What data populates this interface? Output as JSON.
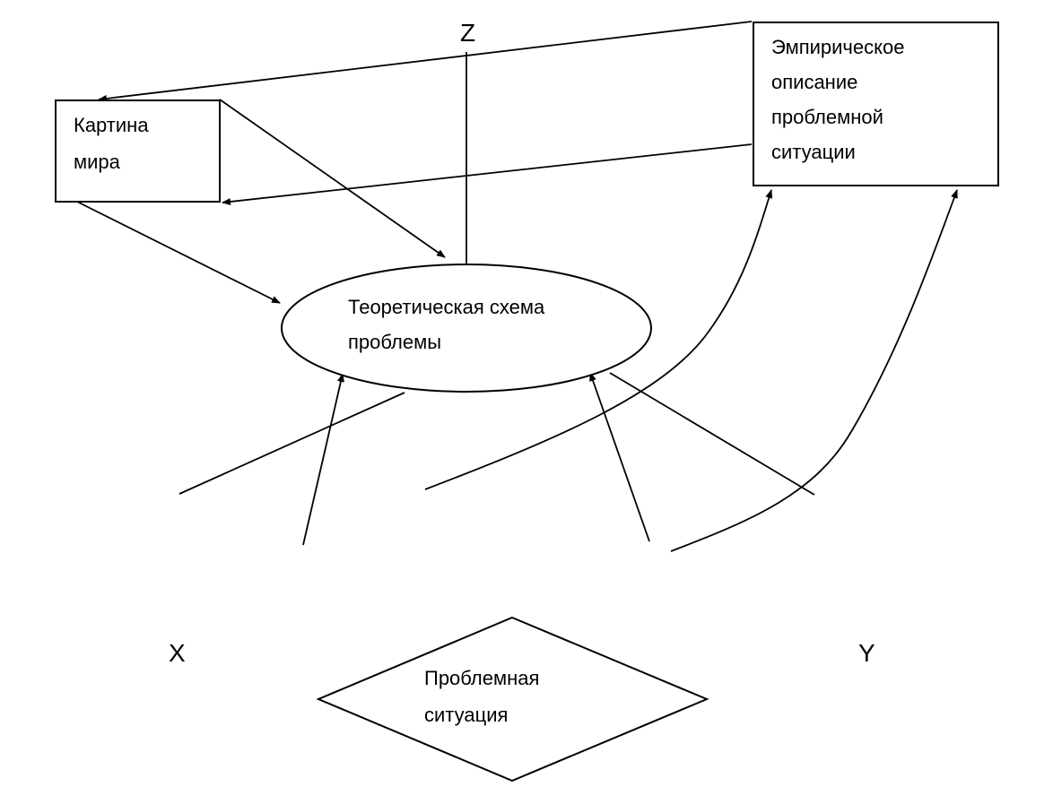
{
  "nodes": {
    "world_picture": {
      "lines": [
        "Картина",
        "мира"
      ]
    },
    "empirical_description": {
      "lines": [
        "Эмпирическое",
        "описание",
        "проблемной",
        "ситуации"
      ]
    },
    "theoretical_scheme": {
      "lines": [
        "Теоретическая схема",
        "проблемы"
      ]
    },
    "problem_situation": {
      "lines": [
        "Проблемная",
        "ситуация"
      ]
    }
  },
  "axes": {
    "x": "X",
    "y": "Y",
    "z": "Z"
  },
  "colors": {
    "stroke": "#000000",
    "background": "#ffffff"
  }
}
